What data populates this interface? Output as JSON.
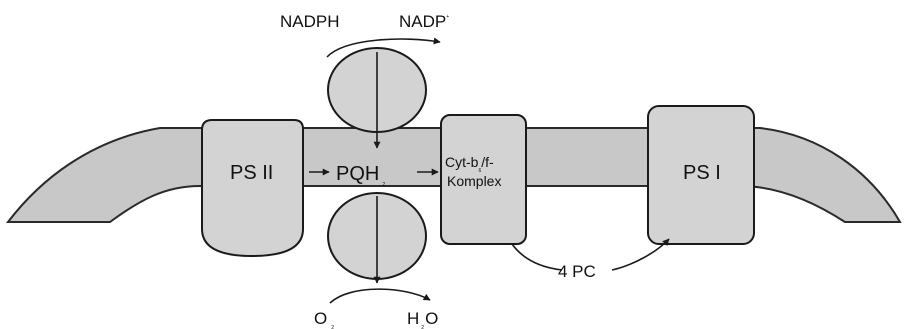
{
  "diagram": {
    "colors": {
      "background": "#ffffff",
      "membrane_fill": "#c8c8c8",
      "membrane_stroke": "#2a2a2a",
      "complex_fill": "#d3d3d3",
      "arrow": "#1a1a1a",
      "text": "#111111"
    },
    "labels": {
      "nadph": "NADPH",
      "nadp": "NADP",
      "nadp_superscript": "+",
      "psii": "PS II",
      "pqh": "PQH",
      "pqh_subscript": "2",
      "cyt_line1_main": "Cyt-b",
      "cyt_line1_subscript": "6",
      "cyt_line1_rest": "/f-",
      "cyt_line2": "Komplex",
      "psi": "PS I",
      "pc": "4 PC",
      "o2_main": "O",
      "o2_subscript": "2",
      "h2o_h": "H",
      "h2o_subscript": "2",
      "h2o_o": "O"
    }
  }
}
